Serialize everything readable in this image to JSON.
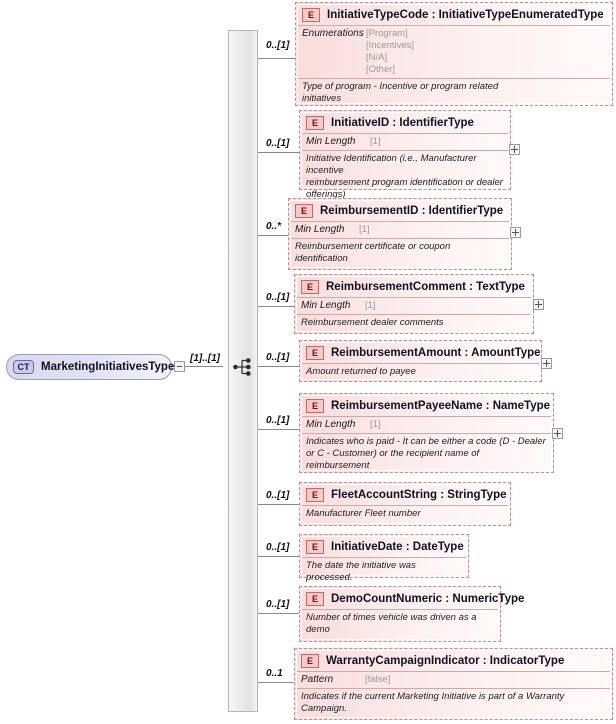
{
  "root": {
    "badge": "CT",
    "label": "MarketingInitiativesType",
    "cardinality": "[1]..[1]",
    "compositor": "sequence-icon"
  },
  "elements": [
    {
      "badge": "E",
      "title": "InitiativeTypeCode : InitiativeTypeEnumeratedType",
      "cardinality": "0..[1]",
      "facet_name": "Enumerations",
      "facet_values": "[Program]\n[Incentives]\n[N/A]\n[Other]",
      "documentation": "Type of program - Incentive or program related\ninitiatives",
      "has_expand": false
    },
    {
      "badge": "E",
      "title": "InitiativeID : IdentifierType",
      "cardinality": "0..[1]",
      "facet_name": "Min Length",
      "facet_values": "[1]",
      "documentation": "Initiative Identification (i.e., Manufacturer incentive\n    reimbursement program identification or dealer\nofferings)",
      "has_expand": true
    },
    {
      "badge": "E",
      "title": "ReimbursementID : IdentifierType",
      "cardinality": "0..*",
      "facet_name": "Min Length",
      "facet_values": "[1]",
      "documentation": "Reimbursement certificate or coupon\nidentification",
      "has_expand": true
    },
    {
      "badge": "E",
      "title": "ReimbursementComment : TextType",
      "cardinality": "0..[1]",
      "facet_name": "Min Length",
      "facet_values": "[1]",
      "documentation": "Reimbursement dealer comments",
      "has_expand": true
    },
    {
      "badge": "E",
      "title": "ReimbursementAmount : AmountType",
      "cardinality": "0..[1]",
      "facet_name": "",
      "facet_values": "",
      "documentation": "Amount returned to payee",
      "has_expand": true
    },
    {
      "badge": "E",
      "title": "ReimbursementPayeeName : NameType",
      "cardinality": "0..[1]",
      "facet_name": "Min Length",
      "facet_values": "[1]",
      "documentation": "Indicates who is paid - It can be either a code (D - Dealer\n    or C - Customer) or the recipient name of\nreimbursement",
      "has_expand": true
    },
    {
      "badge": "E",
      "title": "FleetAccountString : StringType",
      "cardinality": "0..[1]",
      "facet_name": "",
      "facet_values": "",
      "documentation": "Manufacturer Fleet number",
      "has_expand": false
    },
    {
      "badge": "E",
      "title": "InitiativeDate : DateType",
      "cardinality": "0..[1]",
      "facet_name": "",
      "facet_values": "",
      "documentation": "The date the initiative was processed.",
      "has_expand": false
    },
    {
      "badge": "E",
      "title": "DemoCountNumeric : NumericType",
      "cardinality": "0..[1]",
      "facet_name": "",
      "facet_values": "",
      "documentation": "Number of times vehicle was driven as a\ndemo",
      "has_expand": false
    },
    {
      "badge": "E",
      "title": "WarrantyCampaignIndicator : IndicatorType",
      "cardinality": "0..1",
      "facet_name": "Pattern",
      "facet_values": "[false]",
      "documentation": "Indicates if the current Marketing Initiative is part of a Warranty\nCampaign.",
      "has_expand": false
    }
  ],
  "colors": {
    "element_fill": "#fbe3e3",
    "element_border": "#c58d8d",
    "root_fill": "#d9d9f0",
    "root_border": "#9a9ac4",
    "connector": "#8a8a8a"
  }
}
